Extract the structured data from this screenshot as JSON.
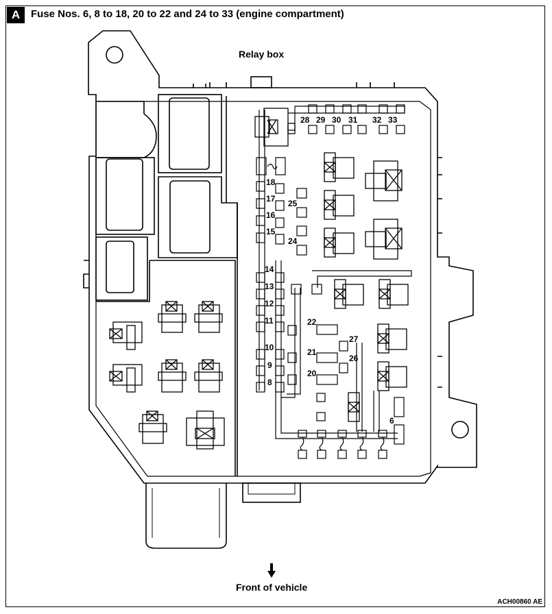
{
  "header": {
    "badge": "A",
    "title": "Fuse Nos. 6, 8 to 18, 20 to 22 and 24 to 33 (engine compartment)"
  },
  "labels": {
    "relay_box": "Relay box",
    "front": "Front of vehicle",
    "ref_code": "ACH00860 AE"
  },
  "fuses_left": [
    "18",
    "17",
    "16",
    "15",
    "14",
    "13",
    "12",
    "11",
    "10",
    "9",
    "8"
  ],
  "fuses_mid": [
    "25",
    "24",
    "22",
    "21",
    "20",
    "27",
    "26",
    "6"
  ],
  "fuses_top": [
    "28",
    "29",
    "30",
    "31",
    "32",
    "33"
  ],
  "icons": {
    "arrow": "arrow-down-icon"
  }
}
